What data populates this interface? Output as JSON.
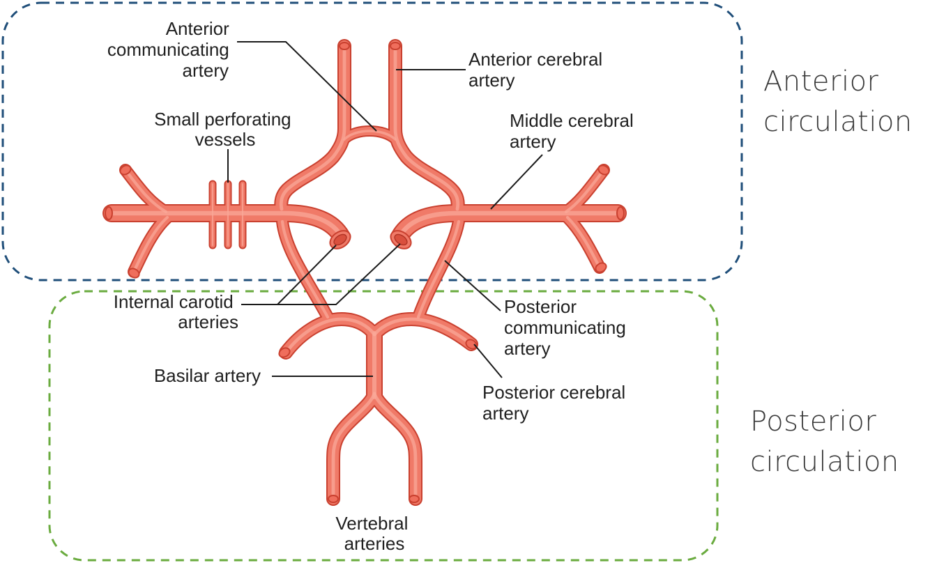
{
  "regions": {
    "anterior": {
      "line1": "Anterior",
      "line2": "circulation",
      "border_color": "#1f4e79"
    },
    "posterior": {
      "line1": "Posterior",
      "line2": "circulation",
      "border_color": "#6aab3f"
    }
  },
  "labels": {
    "anterior_communicating": [
      "Anterior",
      "communicating",
      "artery"
    ],
    "anterior_cerebral": [
      "Anterior cerebral",
      "artery"
    ],
    "small_perforating": [
      "Small perforating",
      "vessels"
    ],
    "middle_cerebral": [
      "Middle cerebral",
      "artery"
    ],
    "internal_carotid": [
      "Internal carotid",
      "arteries"
    ],
    "posterior_communicating": [
      "Posterior",
      "communicating",
      "artery"
    ],
    "basilar": [
      "Basilar artery"
    ],
    "posterior_cerebral": [
      "Posterior cerebral",
      "artery"
    ],
    "vertebral": [
      "Vertebral",
      "arteries"
    ]
  },
  "colors": {
    "artery_fill": "#f07a68",
    "artery_outline": "#c9402f",
    "artery_highlight": "#f9a898",
    "text": "#1f1f1f",
    "leader": "#1a1a1a"
  }
}
